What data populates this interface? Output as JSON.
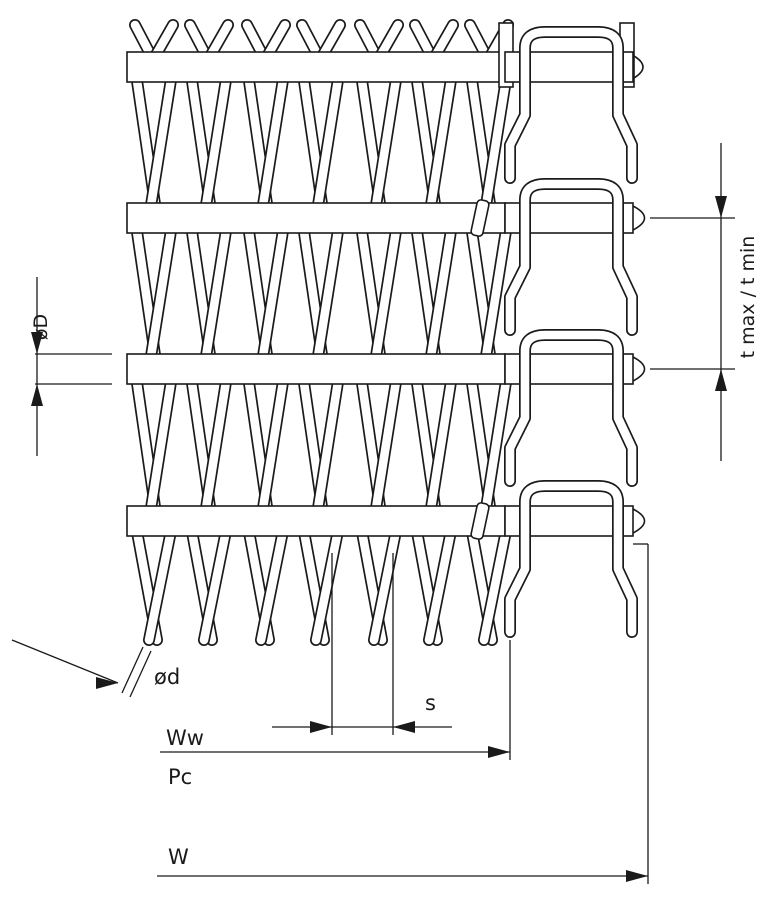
{
  "labels": {
    "tmax_tmin": "t max / t min",
    "rod_diameter": "øD",
    "wire_diameter": "ød",
    "spacing": "s",
    "wire_width": "Ww",
    "pitch": "Pc",
    "width": "W"
  },
  "colors": {
    "line": "#1a1a1a",
    "background": "#ffffff"
  }
}
